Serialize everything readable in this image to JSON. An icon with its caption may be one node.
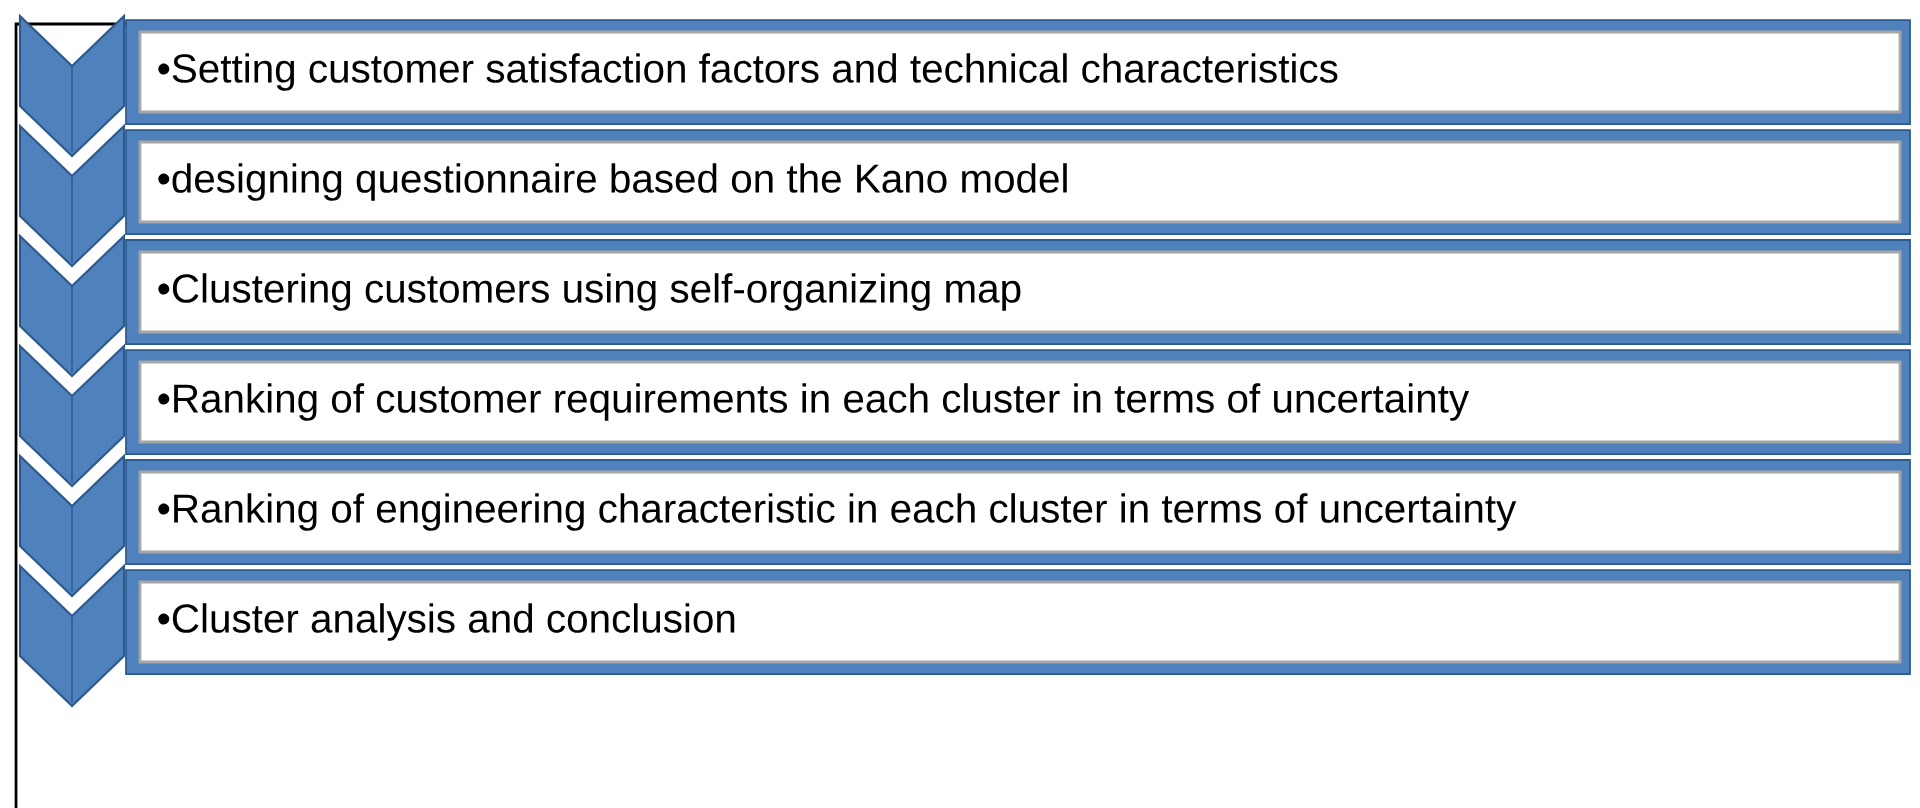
{
  "diagram": {
    "nodes": [
      {
        "text": [
          "•Setting customer satisfaction factors and technical characteristics"
        ]
      },
      {
        "text": [
          "•designing questionnaire based on the Kano model"
        ]
      },
      {
        "text": [
          "•Clustering customers using self-organizing map"
        ]
      },
      {
        "text": [
          "•Ranking of customer requirements in each cluster in terms of uncertainty"
        ]
      },
      {
        "text": [
          "•Ranking of engineering characteristic in each cluster in terms of uncertainty"
        ]
      },
      {
        "text": [
          "•Cluster analysis and conclusion"
        ]
      }
    ]
  }
}
